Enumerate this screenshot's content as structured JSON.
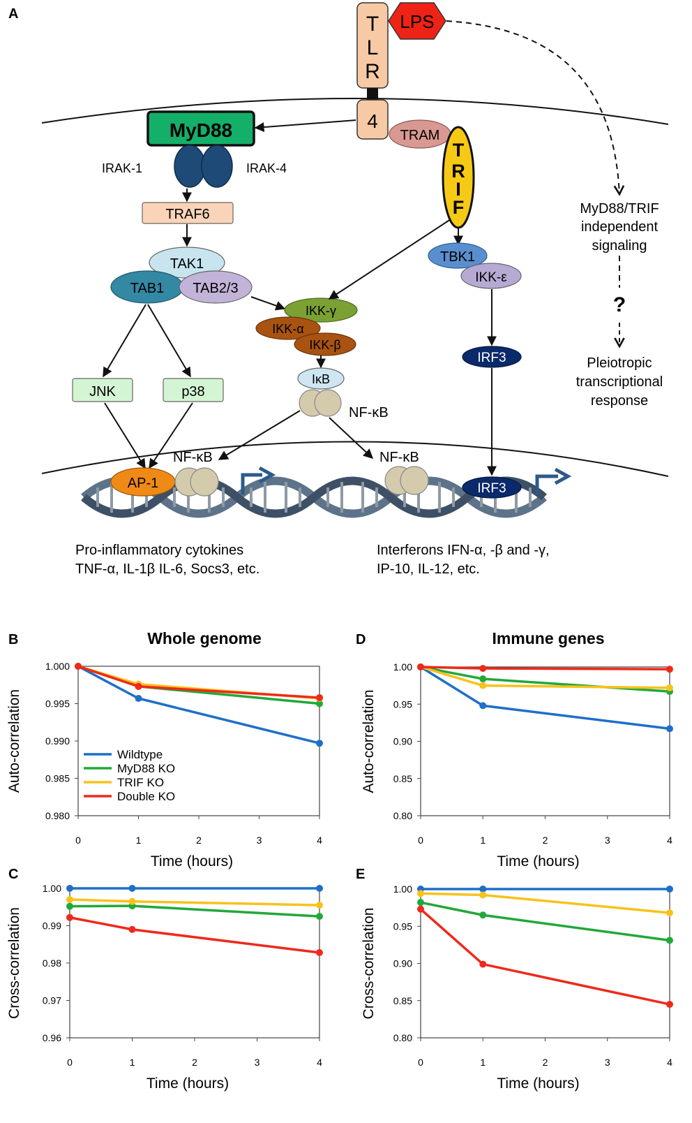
{
  "panel_letters": {
    "a": "A",
    "b": "B",
    "c": "C",
    "d": "D",
    "e": "E"
  },
  "pathway": {
    "tlr_letters": [
      "T",
      "L",
      "R"
    ],
    "tlr_number": "4",
    "lps": "LPS",
    "myd88": "MyD88",
    "irak1": "IRAK-1",
    "irak4": "IRAK-4",
    "traf6": "TRAF6",
    "tak1": "TAK1",
    "tab1": "TAB1",
    "tab23": "TAB2/3",
    "jnk": "JNK",
    "p38": "p38",
    "ap1": "AP-1",
    "nfkb_left": "NF-κB",
    "nfkb_cyto": "NF-κB",
    "nfkb_right": "NF-κB",
    "ikk_gamma": "IKK-γ",
    "ikk_alpha": "IKK-α",
    "ikk_beta": "IKK-β",
    "ikb": "IκB",
    "tram": "TRAM",
    "trif_letters": [
      "T",
      "R",
      "I",
      "F"
    ],
    "tbk1": "TBK1",
    "ikk_epsilon": "IKK-ε",
    "irf3_cyto": "IRF3",
    "irf3_nucleus": "IRF3",
    "independent_line1": "MyD88/TRIF",
    "independent_line2": "independent",
    "independent_line3": "signaling",
    "question": "?",
    "pleio_line1": "Pleiotropic",
    "pleio_line2": "transcriptional",
    "pleio_line3": "response",
    "proinfl_line1": "Pro-inflammatory cytokines",
    "proinfl_line2": "TNF-α, IL-1β IL-6, Socs3, etc.",
    "ifn_line1": "Interferons IFN-α, -β and -γ,",
    "ifn_line2": "IP-10, IL-12, etc."
  },
  "colors": {
    "wildtype": "#1f6fc8",
    "myd88_ko": "#22a83a",
    "trif_ko": "#f7c21b",
    "double_ko": "#ee2a1b",
    "myd88_box": "#14b06a",
    "trif": "#f6c915",
    "lps": "#ee2316",
    "tlr": "#f7c9a4",
    "irak": "#1e4a78",
    "irf3": "#0b2a6b"
  },
  "titles": {
    "whole_genome": "Whole genome",
    "immune_genes": "Immune genes"
  },
  "legend": [
    "Wildtype",
    "MyD88 KO",
    "TRIF KO",
    "Double KO"
  ],
  "chart_data": [
    {
      "id": "B",
      "type": "line",
      "title": "Whole genome",
      "xlabel": "Time (hours)",
      "ylabel": "Auto-correlation",
      "x": [
        0,
        1,
        4
      ],
      "xticks": [
        "0",
        "1",
        "2",
        "3",
        "4"
      ],
      "xlim": [
        0,
        4
      ],
      "ylim": [
        0.98,
        1.0
      ],
      "yticks": [
        "0.980",
        "0.985",
        "0.990",
        "0.995",
        "1.000"
      ],
      "legend_position": "bottom-left",
      "series": [
        {
          "name": "Wildtype",
          "color": "#1f6fc8",
          "values": [
            1.0,
            0.9957,
            0.9897
          ]
        },
        {
          "name": "MyD88 KO",
          "color": "#22a83a",
          "values": [
            1.0,
            0.9973,
            0.995
          ]
        },
        {
          "name": "TRIF KO",
          "color": "#f7c21b",
          "values": [
            1.0,
            0.9976,
            0.9957
          ]
        },
        {
          "name": "Double KO",
          "color": "#ee2a1b",
          "values": [
            1.0,
            0.9973,
            0.9958
          ]
        }
      ]
    },
    {
      "id": "D",
      "type": "line",
      "title": "Immune genes",
      "xlabel": "Time (hours)",
      "ylabel": "Auto-correlation",
      "x": [
        0,
        1,
        4
      ],
      "xticks": [
        "0",
        "1",
        "2",
        "3",
        "4"
      ],
      "xlim": [
        0,
        4
      ],
      "ylim": [
        0.8,
        1.0
      ],
      "yticks": [
        "0.80",
        "0.85",
        "0.90",
        "0.95",
        "1.00"
      ],
      "series": [
        {
          "name": "Wildtype",
          "color": "#1f6fc8",
          "values": [
            1.0,
            0.948,
            0.917
          ]
        },
        {
          "name": "MyD88 KO",
          "color": "#22a83a",
          "values": [
            1.0,
            0.984,
            0.967
          ]
        },
        {
          "name": "TRIF KO",
          "color": "#f7c21b",
          "values": [
            1.0,
            0.975,
            0.972
          ]
        },
        {
          "name": "Double KO",
          "color": "#ee2a1b",
          "values": [
            1.0,
            0.998,
            0.997
          ]
        }
      ]
    },
    {
      "id": "C",
      "type": "line",
      "xlabel": "Time (hours)",
      "ylabel": "Cross-correlation",
      "x": [
        0,
        1,
        4
      ],
      "xticks": [
        "0",
        "1",
        "2",
        "3",
        "4"
      ],
      "xlim": [
        0,
        4
      ],
      "ylim": [
        0.96,
        1.0
      ],
      "yticks": [
        "0.96",
        "0.97",
        "0.98",
        "0.99",
        "1.00"
      ],
      "series": [
        {
          "name": "Wildtype",
          "color": "#1f6fc8",
          "values": [
            1.0,
            1.0,
            1.0
          ]
        },
        {
          "name": "MyD88 KO",
          "color": "#22a83a",
          "values": [
            0.9952,
            0.9953,
            0.9925
          ]
        },
        {
          "name": "TRIF KO",
          "color": "#f7c21b",
          "values": [
            0.997,
            0.9965,
            0.9955
          ]
        },
        {
          "name": "Double KO",
          "color": "#ee2a1b",
          "values": [
            0.9922,
            0.989,
            0.9828
          ]
        }
      ]
    },
    {
      "id": "E",
      "type": "line",
      "xlabel": "Time (hours)",
      "ylabel": "Cross-correlation",
      "x": [
        0,
        1,
        4
      ],
      "xticks": [
        "0",
        "1",
        "2",
        "3",
        "4"
      ],
      "xlim": [
        0,
        4
      ],
      "ylim": [
        0.8,
        1.0
      ],
      "yticks": [
        "0.80",
        "0.85",
        "0.90",
        "0.95",
        "1.00"
      ],
      "series": [
        {
          "name": "Wildtype",
          "color": "#1f6fc8",
          "values": [
            1.0,
            1.0,
            1.0
          ]
        },
        {
          "name": "MyD88 KO",
          "color": "#22a83a",
          "values": [
            0.982,
            0.965,
            0.931
          ]
        },
        {
          "name": "TRIF KO",
          "color": "#f7c21b",
          "values": [
            0.994,
            0.992,
            0.968
          ]
        },
        {
          "name": "Double KO",
          "color": "#ee2a1b",
          "values": [
            0.973,
            0.899,
            0.845
          ]
        }
      ]
    }
  ]
}
